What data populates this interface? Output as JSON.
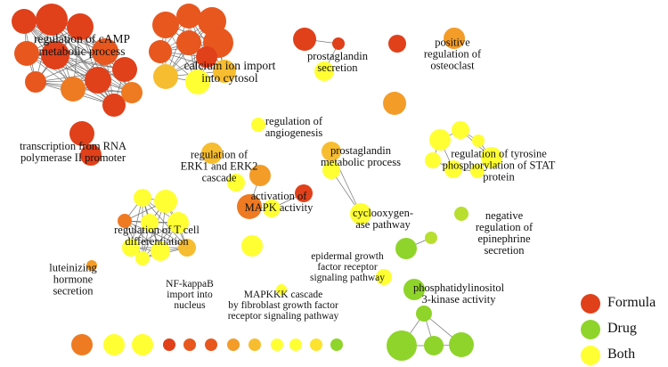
{
  "colors": {
    "formula": "#e0401a",
    "drug": "#8fd42a",
    "both": "#ffff33",
    "edge": "#777777"
  },
  "legend": [
    {
      "label": "Formula",
      "color": "#e0401a"
    },
    {
      "label": "Drug",
      "color": "#8fd42a"
    },
    {
      "label": "Both",
      "color": "#ffff33"
    }
  ],
  "clusters": [
    {
      "id": "camp",
      "label": "regulation of cAMP\nmetabolic process"
    },
    {
      "id": "calcium",
      "label": "calcium ion import\ninto cytosol"
    },
    {
      "id": "prostaglandin-secretion",
      "label": "prostaglandin\nsecretion"
    },
    {
      "id": "osteoclast",
      "label": "positive\nregulation of\nosteoclast"
    },
    {
      "id": "angiogenesis",
      "label": "regulation of\nangiogenesis"
    },
    {
      "id": "transcription",
      "label": "transcription from RNA\npolymerase II promoter"
    },
    {
      "id": "erk",
      "label": "regulation of\nERK1 and ERK2\ncascade"
    },
    {
      "id": "prostaglandin-metabolic",
      "label": "prostaglandin\nmetabolic process"
    },
    {
      "id": "stat",
      "label": "regulation of tyrosine\nphosphorylation of STAT\nprotein"
    },
    {
      "id": "mapk",
      "label": "activation of\nMAPK activity"
    },
    {
      "id": "cyclooxygenase",
      "label": "cyclooxygen-\nase pathway"
    },
    {
      "id": "tcell",
      "label": "regulation of T cell\ndifferentiation"
    },
    {
      "id": "epinephrine",
      "label": "negative\nregulation of\nepinephrine\nsecretion"
    },
    {
      "id": "egf",
      "label": "epidermal growth\nfactor receptor\nsignaling pathway"
    },
    {
      "id": "lh",
      "label": "luteinizing\nhormone\nsecretion"
    },
    {
      "id": "nfkb",
      "label": "NF-kappaB\nimport into\nnucleus"
    },
    {
      "id": "mapkkk",
      "label": "MAPKKK cascade\nby fibroblast growth factor\nreceptor signaling pathway"
    },
    {
      "id": "pi3k",
      "label": "phosphatidylinositol\n3-kinase activity"
    }
  ]
}
